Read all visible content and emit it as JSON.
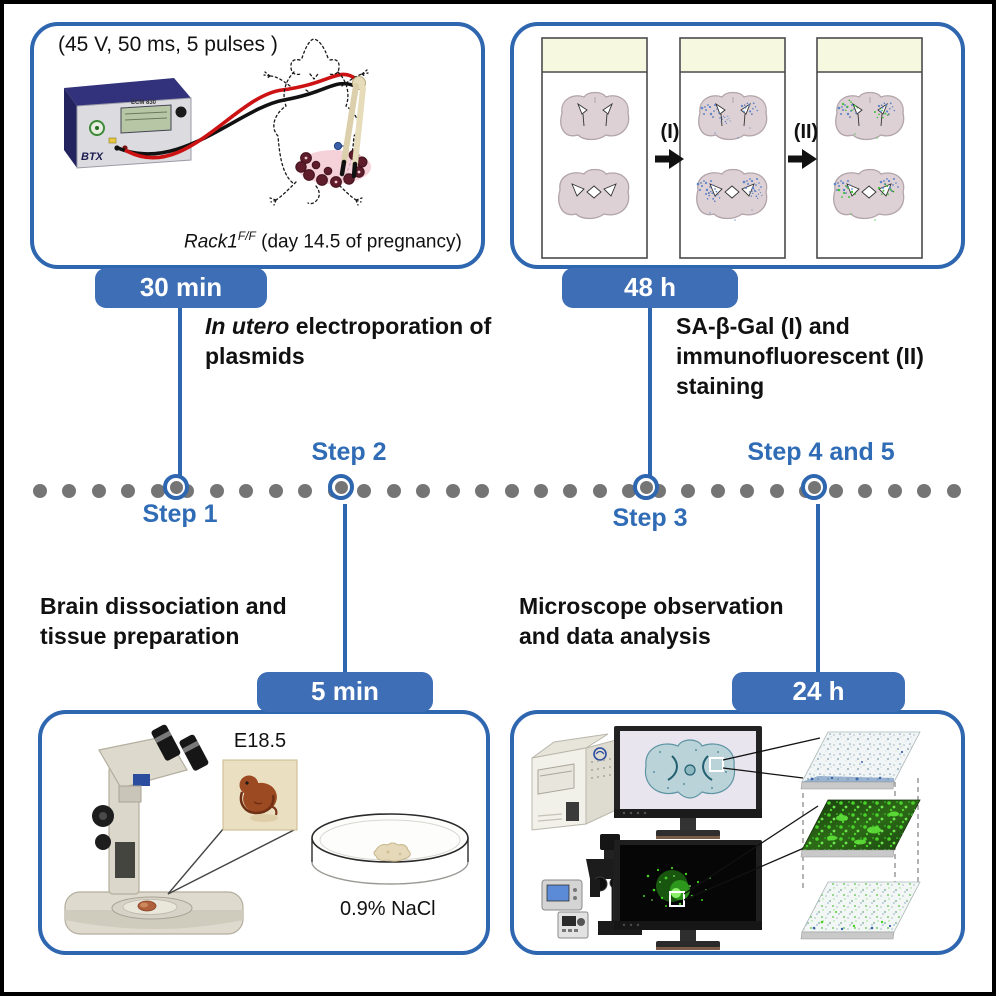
{
  "figure": {
    "colors": {
      "accent_blue": "#2e66b0",
      "badge_blue": "#3e6eb5",
      "dot_gray": "#757575"
    },
    "timeline": {
      "dot_count": 32
    },
    "panel_electroporation": {
      "pulse_params": "(45 V, 50 ms, 5 pulses )",
      "genotype": {
        "italic": "Rack1",
        "sup": "F/F",
        "rest": " (day 14.5 of pregnancy)"
      },
      "duration_badge": "30 min"
    },
    "panel_staining": {
      "arrow1_label": "(I)",
      "arrow2_label": "(II)",
      "duration_badge": "48 h"
    },
    "panel_dissection": {
      "embryo_label": "E18.5",
      "solution_label": "0.9% NaCl",
      "duration_badge": "5 min"
    },
    "panel_analysis": {
      "duration_badge": "24 h"
    },
    "steps": {
      "step1": {
        "label": "Step 1",
        "desc_italic": "In utero",
        "desc_line1_rest": " electroporation of",
        "desc_line2": "plasmids"
      },
      "step2": {
        "label": "Step 2",
        "desc_line1": "Brain dissociation and",
        "desc_line2": "tissue preparation"
      },
      "step3": {
        "label": "Step 3",
        "desc_line1": "SA-β-Gal (I) and",
        "desc_line2": "immunofluorescent (II)",
        "desc_line3": "staining"
      },
      "step45": {
        "label": "Step 4 and 5",
        "desc_line1": "Microscope observation",
        "desc_line2": "and data analysis"
      }
    }
  }
}
